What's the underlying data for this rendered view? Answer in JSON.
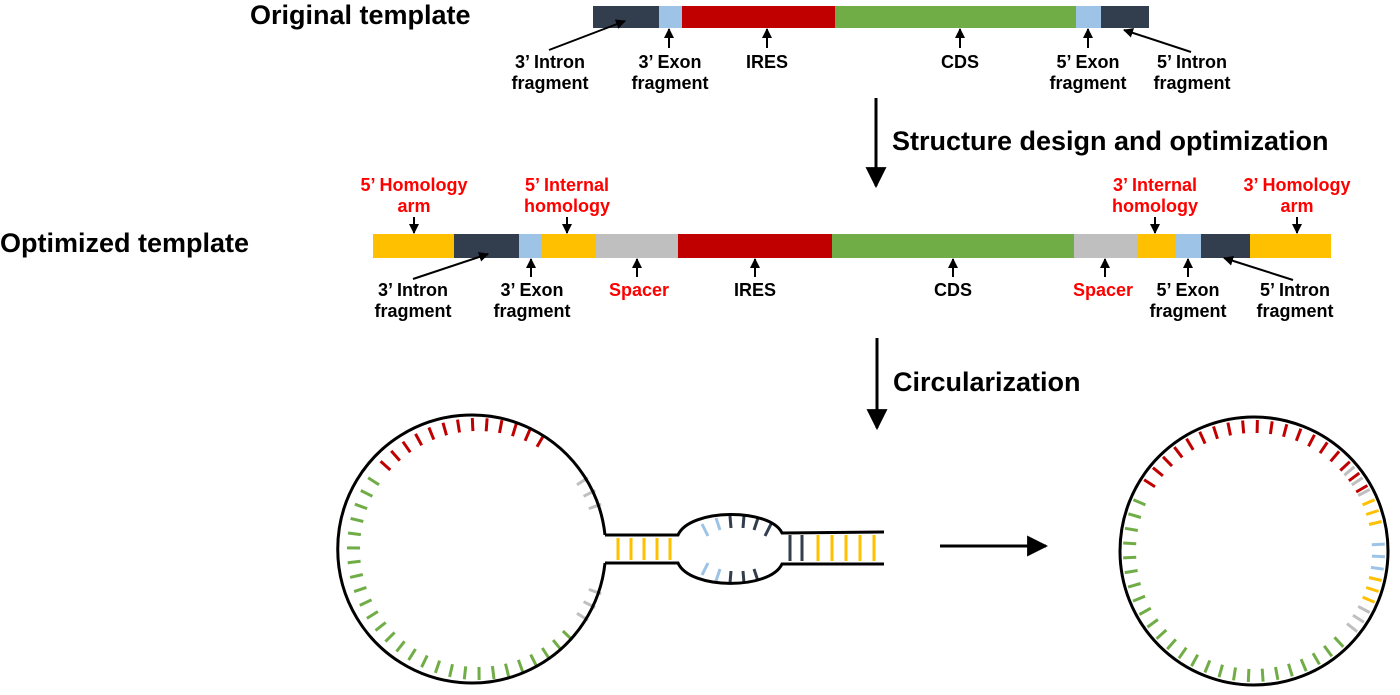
{
  "titles": {
    "original": "Original template",
    "optimized": "Optimized template",
    "step1": "Structure design and optimization",
    "step2": "Circularization"
  },
  "colors": {
    "intron": "#323d4e",
    "exon": "#9dc3e6",
    "ires": "#c00000",
    "cds": "#70ad47",
    "homology": "#ffc000",
    "spacer": "#bfbfbf",
    "black_label": "#000000",
    "red_label": "#ff0000"
  },
  "original_labels": {
    "intron3": [
      "3’ Intron",
      "fragment"
    ],
    "exon3": [
      "3’ Exon",
      "fragment"
    ],
    "ires": "IRES",
    "cds": "CDS",
    "exon5": [
      "5’ Exon",
      "fragment"
    ],
    "intron5": [
      "5’ Intron",
      "fragment"
    ]
  },
  "optimized_labels": {
    "homology5": [
      "5’ Homology",
      "arm"
    ],
    "internal5": [
      "5’ Internal",
      "homology"
    ],
    "internal3": [
      "3’ Internal",
      "homology"
    ],
    "homology3": [
      "3’ Homology",
      "arm"
    ],
    "intron3": [
      "3’ Intron",
      "fragment"
    ],
    "exon3": [
      "3’ Exon",
      "fragment"
    ],
    "spacer_left": "Spacer",
    "ires": "IRES",
    "cds": "CDS",
    "spacer_right": "Spacer",
    "exon5": [
      "5’ Exon",
      "fragment"
    ],
    "intron5": [
      "5’ Intron",
      "fragment"
    ]
  }
}
